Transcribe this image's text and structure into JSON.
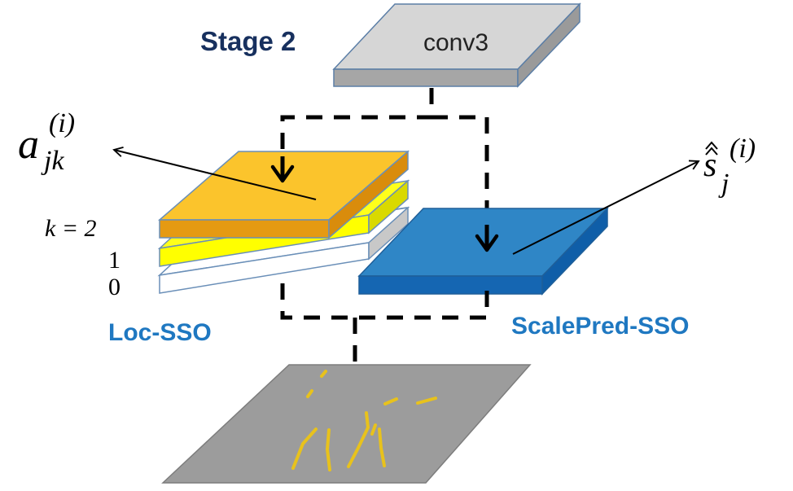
{
  "stage_label": "Stage 2",
  "conv_label": "conv3",
  "loc_label": "Loc-SSO",
  "scale_label": "ScalePred-SSO",
  "k_labels": [
    "k = 2",
    "1",
    "0"
  ],
  "a_symbol": "a",
  "a_superscript": "(i)",
  "a_subscript": "jk",
  "s_symbol": "s",
  "s_superscript": "(i)",
  "s_subscript": "j",
  "colors": {
    "stage_text": "#17305e",
    "label_blue": "#1f78c1",
    "conv_top": "#d6d6d6",
    "conv_side": "#a6a6a6",
    "orange_top": "#fbc42c",
    "orange_side": "#e59a12",
    "yellow_top": "#ffff1a",
    "yellow_side": "#d9d900",
    "white_top": "#ffffff",
    "white_side": "#c8c8c8",
    "blue_top": "#2f86c6",
    "blue_side": "#0f5ea8",
    "output_plane": "#9c9c9c",
    "stroke_yellow": "#e8c21c"
  }
}
